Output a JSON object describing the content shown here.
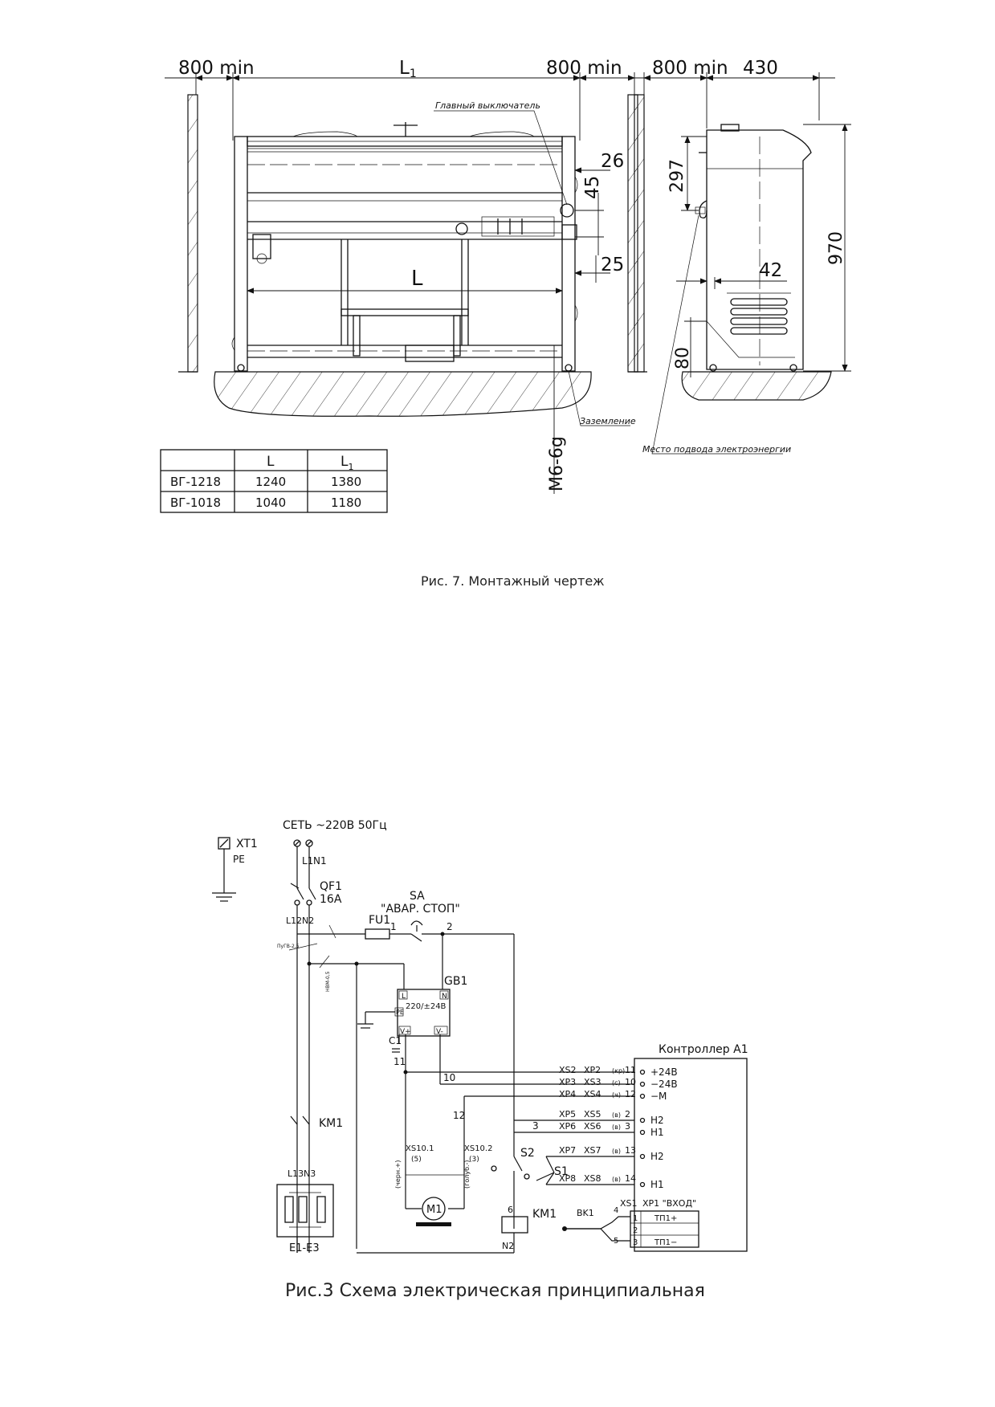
{
  "fig7": {
    "dims": {
      "left_clearance": "800 min",
      "l1": "L",
      "l1_sub": "1",
      "right_clearance": "800 min",
      "side_clearance": "800 min",
      "side_depth": "430",
      "d26": "26",
      "d45": "45",
      "d25": "25",
      "inner_length": "L",
      "d297": "297",
      "d970": "970",
      "d42": "42",
      "d80": "80",
      "thread": "M6-6g"
    },
    "callouts": {
      "main_switch": "Главный выключатель",
      "grounding": "Заземление",
      "power_inlet": "Место подвода электроэнергии"
    },
    "table": {
      "headers": [
        "",
        "L",
        "L"
      ],
      "header_sub": "1",
      "rows": [
        [
          "ВГ-1218",
          "1240",
          "1380"
        ],
        [
          "ВГ-1018",
          "1040",
          "1180"
        ]
      ]
    },
    "caption": "Рис. 7. Монтажный чертеж"
  },
  "fig3": {
    "mains": "СЕТЬ ~220В 50Гц",
    "labels": {
      "xt1": "XT1",
      "pe": "PE",
      "l1": "L1",
      "n1": "N1",
      "qf1": "QF1",
      "qf1_rating": "16A",
      "l12": "L12",
      "n2": "N2",
      "fu1": "FU1",
      "sa": "SA",
      "sa_name": "\"АВАР. СТОП\"",
      "n_1": "1",
      "n_2": "2",
      "pugv": "ПуГВ-2,5",
      "nvm": "НВМ-0,5",
      "gb1": "GB1",
      "gb_l": "L",
      "gb_n": "N",
      "gb_pe": "PE",
      "gb_volt": "220/±24В",
      "gb_vplus": "V+",
      "gb_vminus": "V-",
      "c1": "C1",
      "n_11": "11",
      "n_10": "10",
      "n_12": "12",
      "n_3": "3",
      "km1_contact": "KM1",
      "l13": "L13",
      "n3": "N3",
      "heaters": "E1-E3",
      "xs101": "XS10.1",
      "xs101_n": "(5)",
      "xs102": "XS10.2",
      "xs102_n": "(3)",
      "black_wire": "(черн.+)",
      "blue_wire": "(голуб.-)",
      "m1": "M1",
      "s2": "S2",
      "s1": "S1",
      "n_6": "6",
      "km1_coil": "KM1",
      "n2_bottom": "N2",
      "bk1": "BK1",
      "n_4": "4",
      "n_5": "5",
      "controller": "Контроллер A1",
      "xs1": "XS1",
      "xp1": "XP1 \"ВХОД\""
    },
    "connectors": [
      {
        "a": "XS2",
        "b": "XP2",
        "color": "(кр)",
        "pin": "11",
        "signal": "+24В"
      },
      {
        "a": "XP3",
        "b": "XS3",
        "color": "(с)",
        "pin": "10",
        "signal": "−24В"
      },
      {
        "a": "XP4",
        "b": "XS4",
        "color": "(ч)",
        "pin": "12",
        "signal": "−М"
      },
      {
        "a": "XP5",
        "b": "XS5",
        "color": "(в)",
        "pin": "2",
        "signal": "Н2"
      },
      {
        "a": "XP6",
        "b": "XS6",
        "color": "(в)",
        "pin": "3",
        "signal": "Н1"
      },
      {
        "a": "XP7",
        "b": "XS7",
        "color": "(в)",
        "pin": "13",
        "signal": "Н2"
      },
      {
        "a": "XP8",
        "b": "XS8",
        "color": "(в)",
        "pin": "14",
        "signal": "Н1"
      }
    ],
    "input_block": [
      {
        "pin": "1",
        "name": "ТП1+"
      },
      {
        "pin": "2",
        "name": ""
      },
      {
        "pin": "3",
        "name": "ТП1−"
      }
    ],
    "caption": "Рис.3 Схема электрическая принципиальная"
  }
}
